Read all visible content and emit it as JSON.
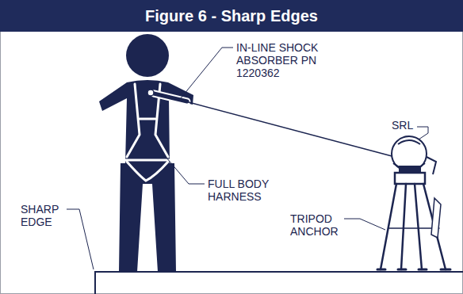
{
  "diagram": {
    "title": "Figure 6 - Sharp Edges",
    "labels": [
      "IN-LINE SHOCK ABSORBER PN 1220362",
      "SRL",
      "FULL BODY HARNESS",
      "TRIPOD ANCHOR",
      "SHARP EDGE"
    ]
  }
}
